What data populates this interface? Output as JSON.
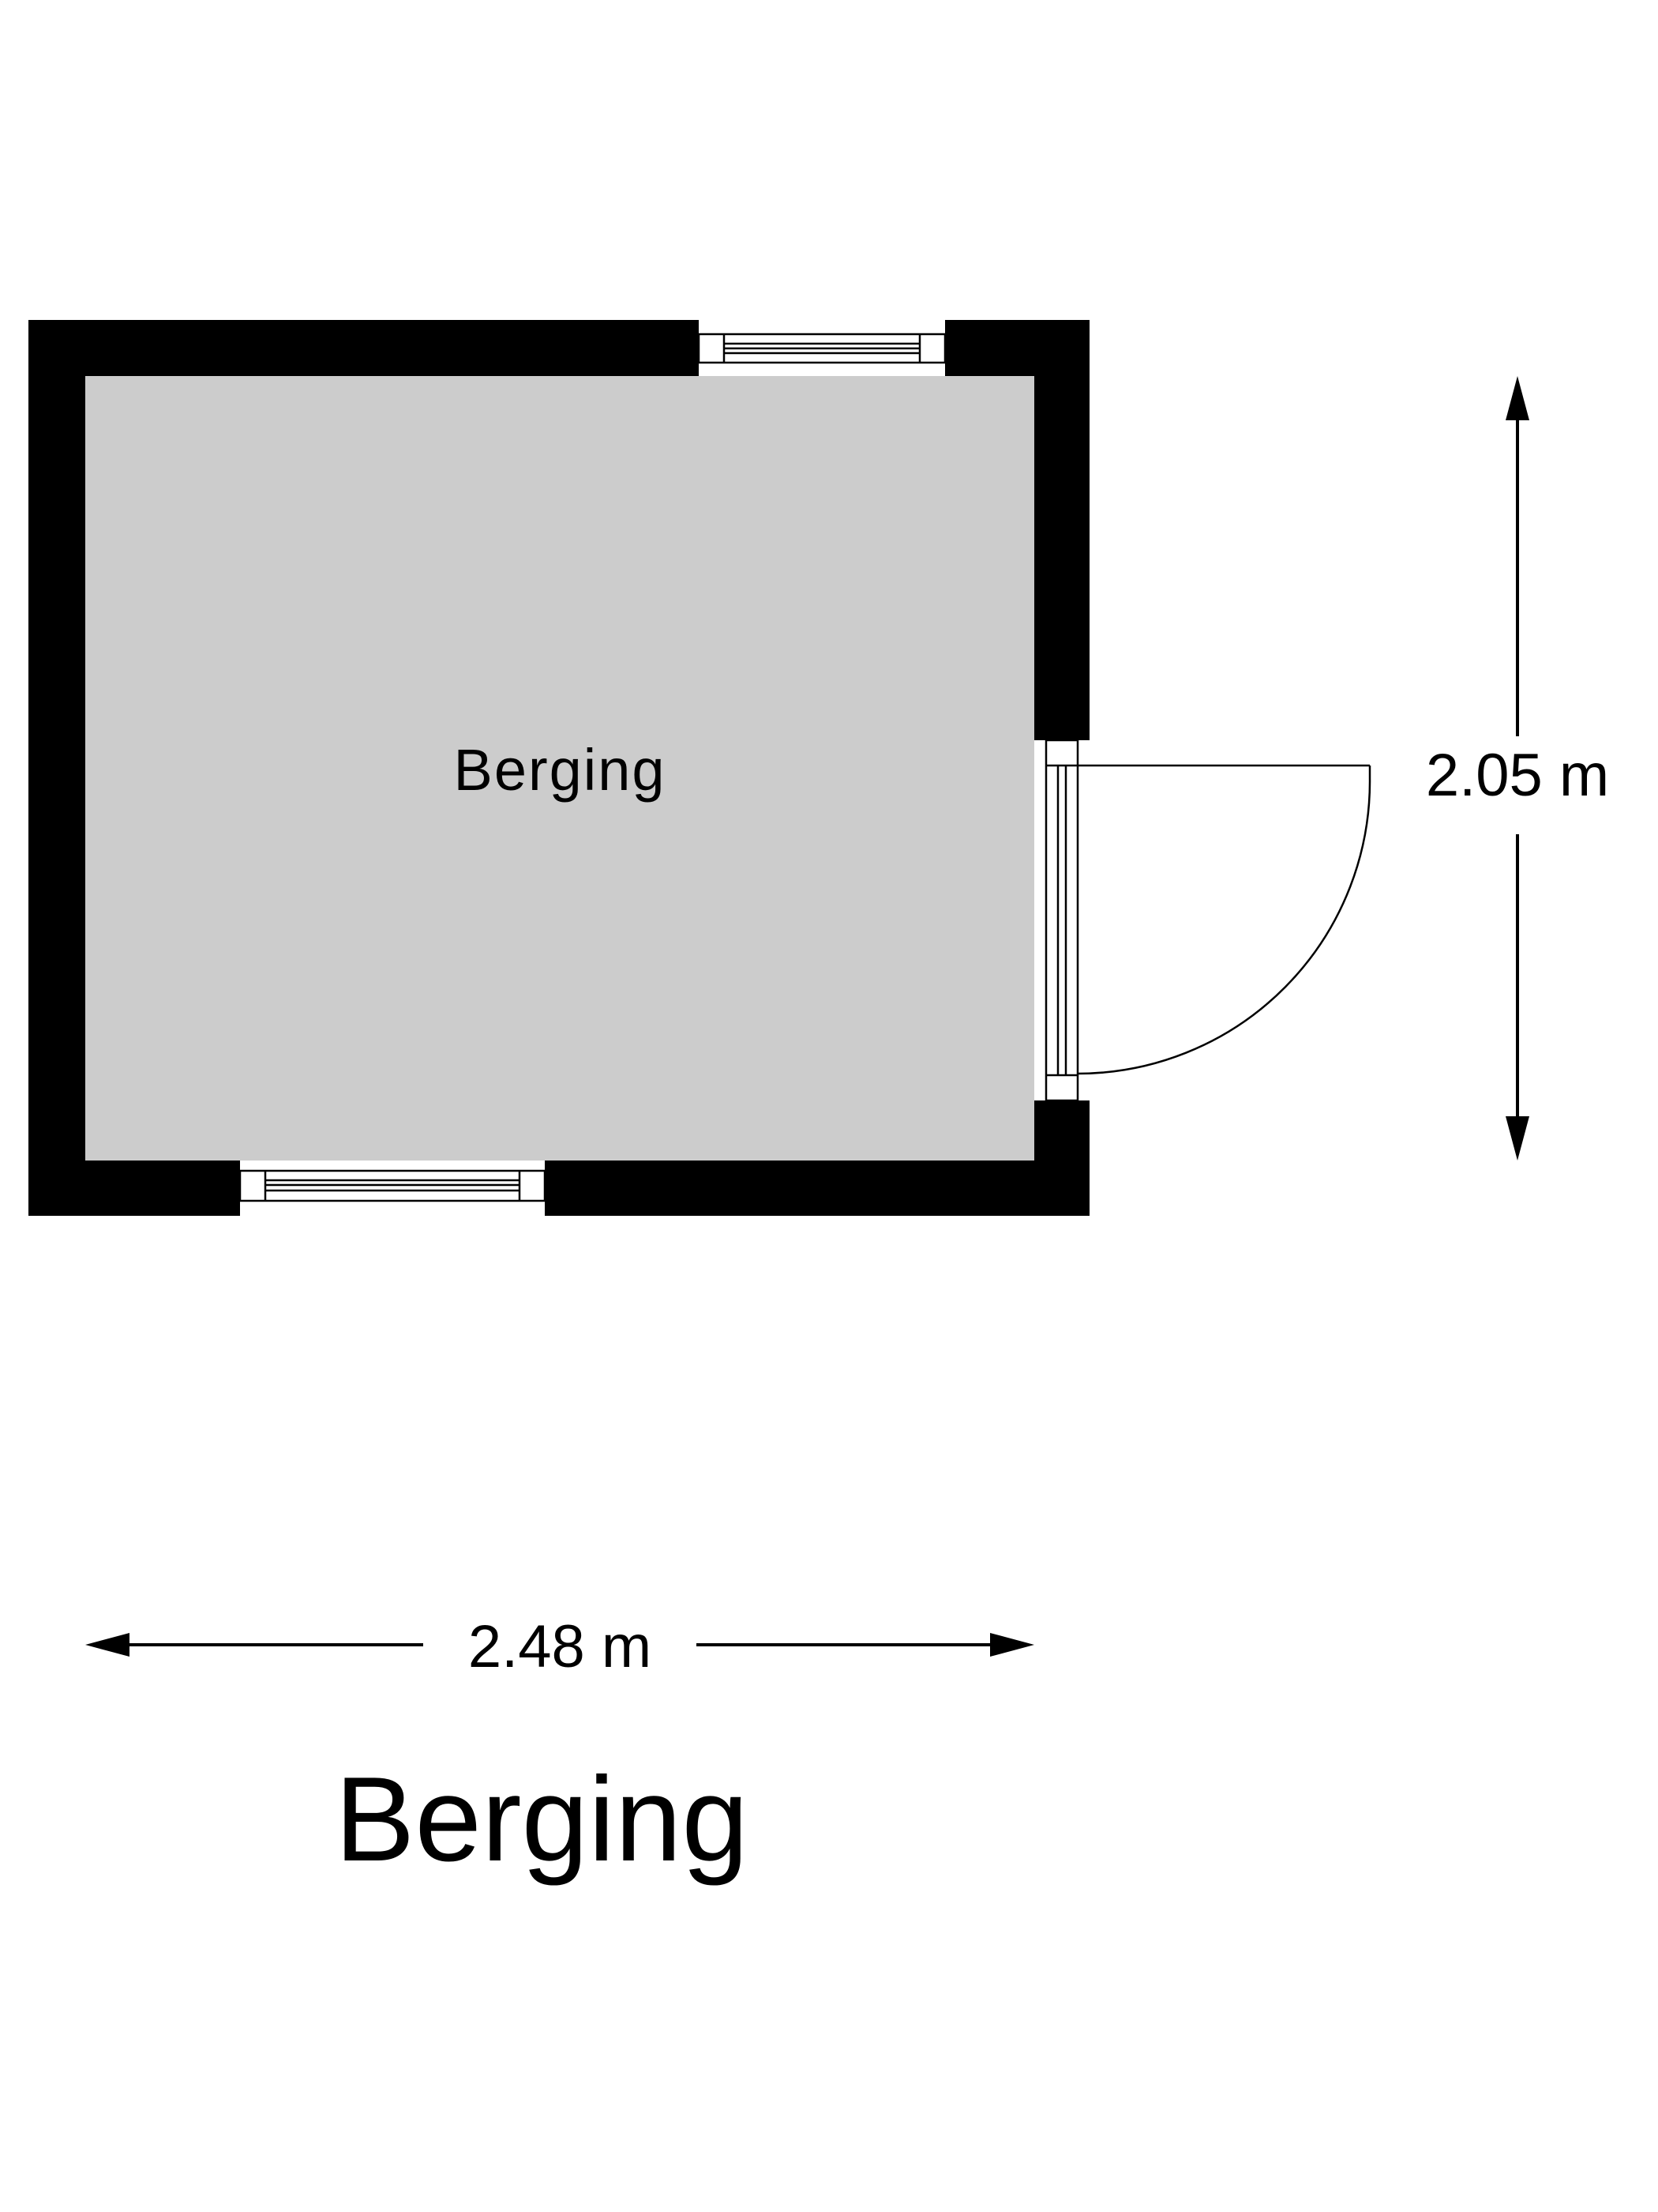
{
  "floorplan": {
    "rooms": [
      {
        "label": "Berging"
      }
    ],
    "dimensions": {
      "width": "2.48 m",
      "height": "2.05 m"
    },
    "title": "Berging",
    "colors": {
      "wall": "#000000",
      "floor": "#cccccc",
      "background": "#ffffff",
      "line": "#000000"
    }
  }
}
